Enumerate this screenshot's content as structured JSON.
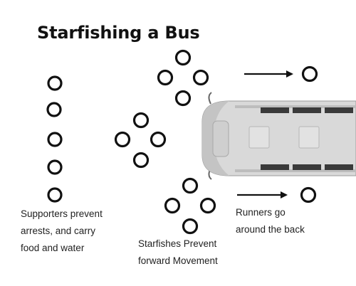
{
  "title": "Starfishing a Bus",
  "labels": {
    "supporters": "Supporters prevent\narrests, and carry\nfood and water",
    "starfishes": "Starfishes Prevent\nforward Movement",
    "runners": "Runners go\naround the back"
  },
  "colors": {
    "ring": "#111111",
    "bus_body": "#d9d9d9",
    "bus_shade": "#b3b3b3",
    "window": "#3a3a3a",
    "arrow": "#111111"
  },
  "icons": [
    "person-ring-icon",
    "bus-icon",
    "arrow-right-icon"
  ]
}
